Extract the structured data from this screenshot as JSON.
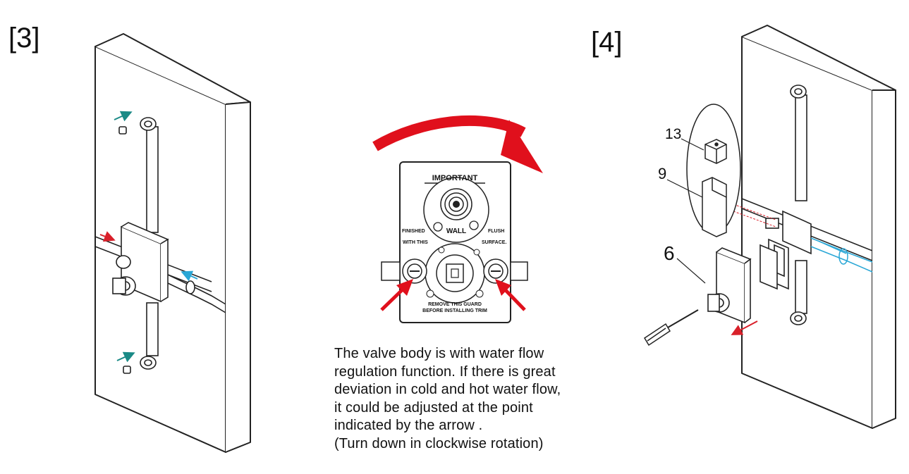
{
  "steps": {
    "left_label": "[3]",
    "right_label": "[4]"
  },
  "callouts": {
    "part_13": "13",
    "part_9": "9",
    "part_6": "6"
  },
  "guard_plate": {
    "title": "IMPORTANT",
    "wall": "WALL",
    "finished": "FINISHED",
    "with_this": "WITH THIS",
    "flush": "FLUSH",
    "surface": "SURFACE.",
    "remove_line1": "REMOVE THIS GUARD",
    "remove_line2": "BEFORE INSTALLING TRIM"
  },
  "instruction": {
    "lines": [
      "The valve body is with water flow",
      "regulation function. If there is great",
      "deviation in cold and hot water flow,",
      "it could be adjusted at the point",
      "indicated by the arrow .",
      "(Turn down in clockwise rotation)"
    ]
  },
  "colors": {
    "arrow_red": "#e0101c",
    "hot_indicator": "#d9202a",
    "cold_indicator": "#2aa7d6",
    "teal_marker": "#1a8a86",
    "line": "#222222"
  }
}
